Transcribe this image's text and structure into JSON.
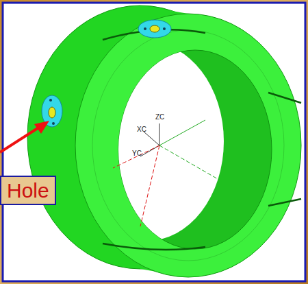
{
  "diagram": {
    "nodes": [
      {
        "text": [
          "Hole"
        ]
      }
    ],
    "labels": [
      "ZC",
      "XC",
      "YC"
    ]
  }
}
